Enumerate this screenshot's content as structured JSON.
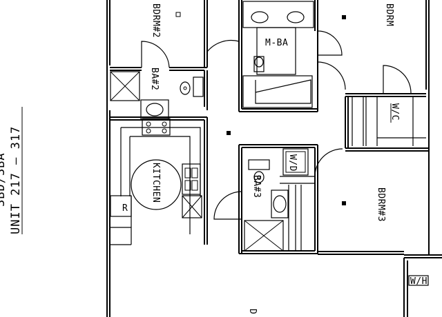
{
  "unit_title": "UNIT 217 – 317",
  "unit_type": "3BD/3BA",
  "rooms": {
    "bedroom_2": "BDRM#2",
    "bath_2": "BA#2",
    "master_bath": "M-BA",
    "master_bedroom": "BDRM",
    "kitchen": "KITCHEN",
    "walk_in_closet": "W/C",
    "washer_dryer": "W/D",
    "bath_3": "BA#3",
    "bedroom_3": "BDRM#3",
    "refrigerator": "R",
    "water_heater": "W/H",
    "dining": "D"
  }
}
